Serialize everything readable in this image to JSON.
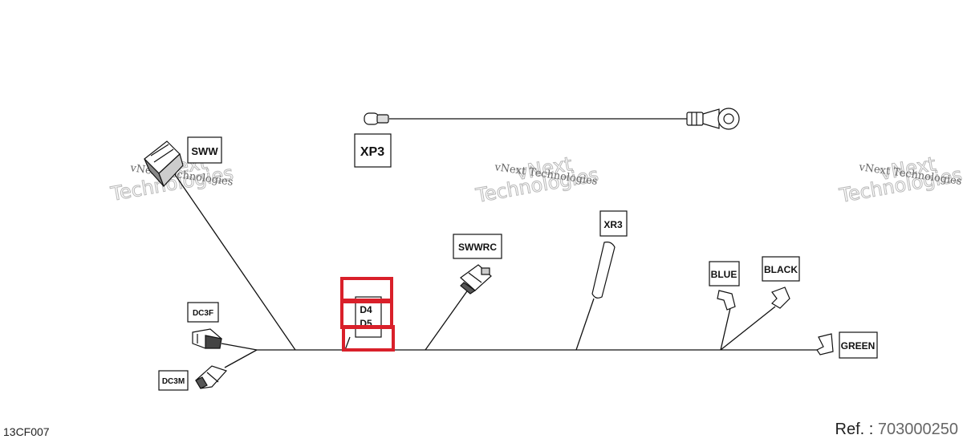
{
  "labels": {
    "sww": "SWW",
    "xp3": "XP3",
    "swwrc": "SWWRC",
    "xr3": "XR3",
    "blue": "BLUE",
    "black": "BLACK",
    "green": "GREEN",
    "dc3f": "DC3F",
    "dc3m": "DC3M",
    "d4": "D4",
    "d5": "D5"
  },
  "watermark": {
    "line1": "vNext Technologies",
    "line2": "vNext",
    "line3": "Technologies"
  },
  "footer": {
    "code": "13CF007",
    "ref_label": "Ref. :",
    "ref_number": "703000250"
  },
  "colors": {
    "highlight": "#d9202a",
    "line": "#111111"
  }
}
